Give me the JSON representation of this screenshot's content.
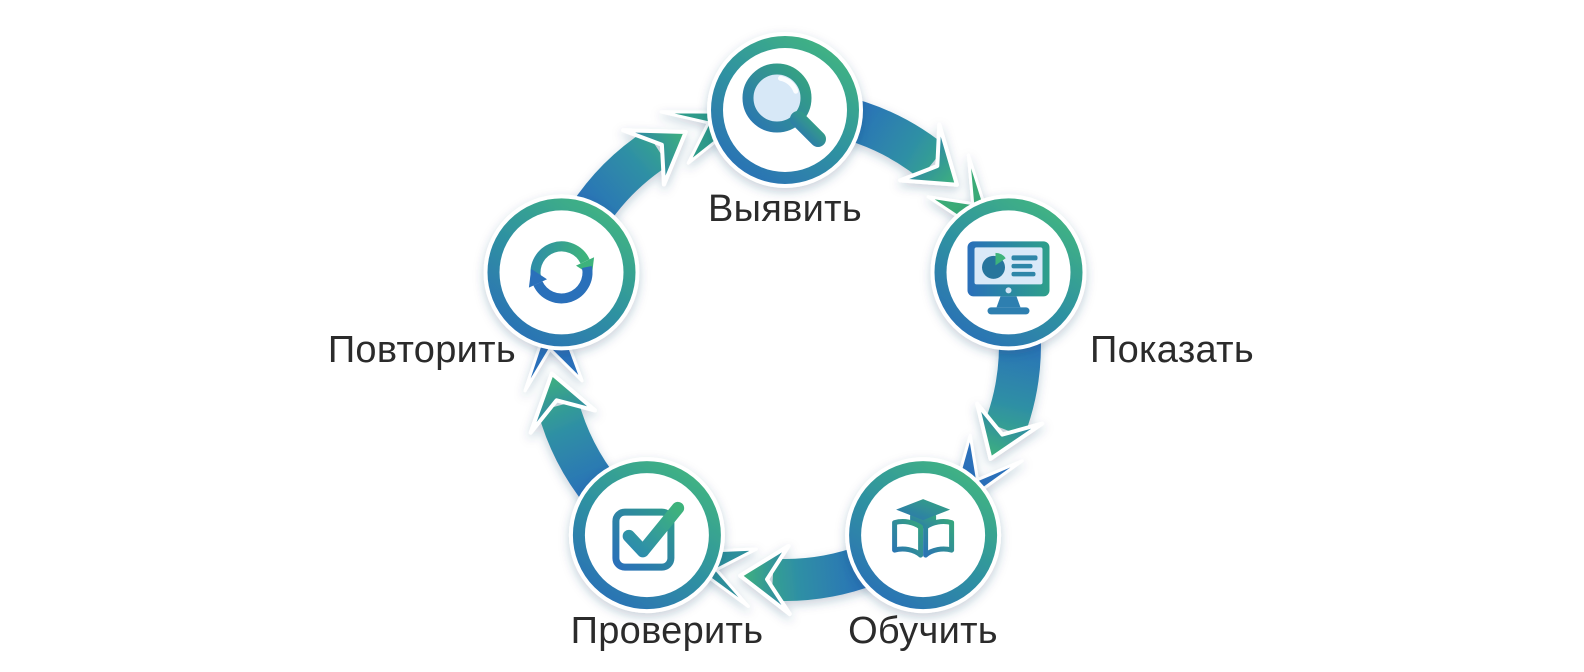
{
  "diagram": {
    "type": "cycle",
    "direction": "clockwise",
    "background": "#ffffff",
    "nodes": [
      {
        "id": "identify",
        "label": "Выявить",
        "icon": "magnifier-icon"
      },
      {
        "id": "show",
        "label": "Показать",
        "icon": "monitor-chart-icon"
      },
      {
        "id": "teach",
        "label": "Обучить",
        "icon": "graduation-book-icon"
      },
      {
        "id": "verify",
        "label": "Проверить",
        "icon": "checkbox-check-icon"
      },
      {
        "id": "repeat",
        "label": "Повторить",
        "icon": "refresh-arrows-icon"
      }
    ],
    "colors": {
      "green": "#3eb37c",
      "teal": "#2e8fa5",
      "blue": "#2b6fba",
      "label_text": "#2b2b2b",
      "screen_blue": "#d9e9f8",
      "white": "#ffffff"
    }
  }
}
